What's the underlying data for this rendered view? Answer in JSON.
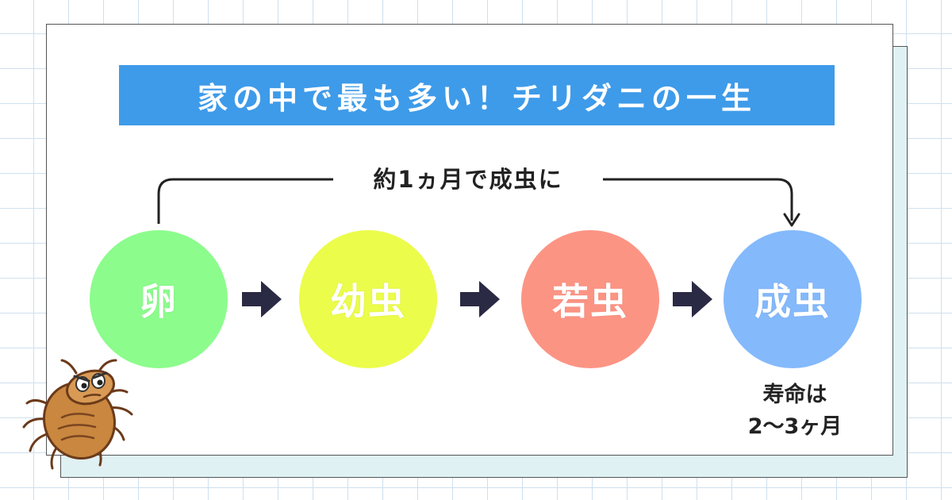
{
  "title": "家の中で最も多い！チリダニの一生",
  "duration_label": "約1ヵ月で成虫に",
  "stages": [
    {
      "label": "卵",
      "color": "#8cfc8c"
    },
    {
      "label": "幼虫",
      "color": "#ecfc4a"
    },
    {
      "label": "若虫",
      "color": "#fc9484"
    },
    {
      "label": "成虫",
      "color": "#84b9fc"
    }
  ],
  "lifespan": {
    "line1": "寿命は",
    "line2": "2〜3ヶ月"
  },
  "colors": {
    "title_bg": "#3e9be9",
    "arrow": "#2a2a44",
    "card_shadow": "#dff1f3"
  },
  "icons": [
    "dust-mite-character"
  ]
}
